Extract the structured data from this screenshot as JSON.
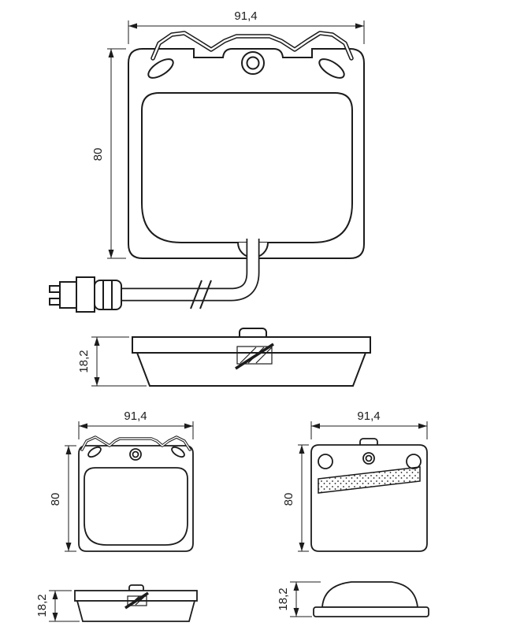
{
  "drawing": {
    "line_color": "#1c1c1c",
    "background": "#ffffff",
    "views": {
      "main_front": {
        "width_label": "91,4",
        "height_label": "80"
      },
      "main_side": {
        "thickness_label": "18,2"
      },
      "left_front": {
        "width_label": "91,4",
        "height_label": "80"
      },
      "left_side": {
        "thickness_label": "18,2"
      },
      "right_front": {
        "width_label": "91,4",
        "height_label": "80"
      },
      "right_side": {
        "thickness_label": "18,2"
      }
    }
  }
}
